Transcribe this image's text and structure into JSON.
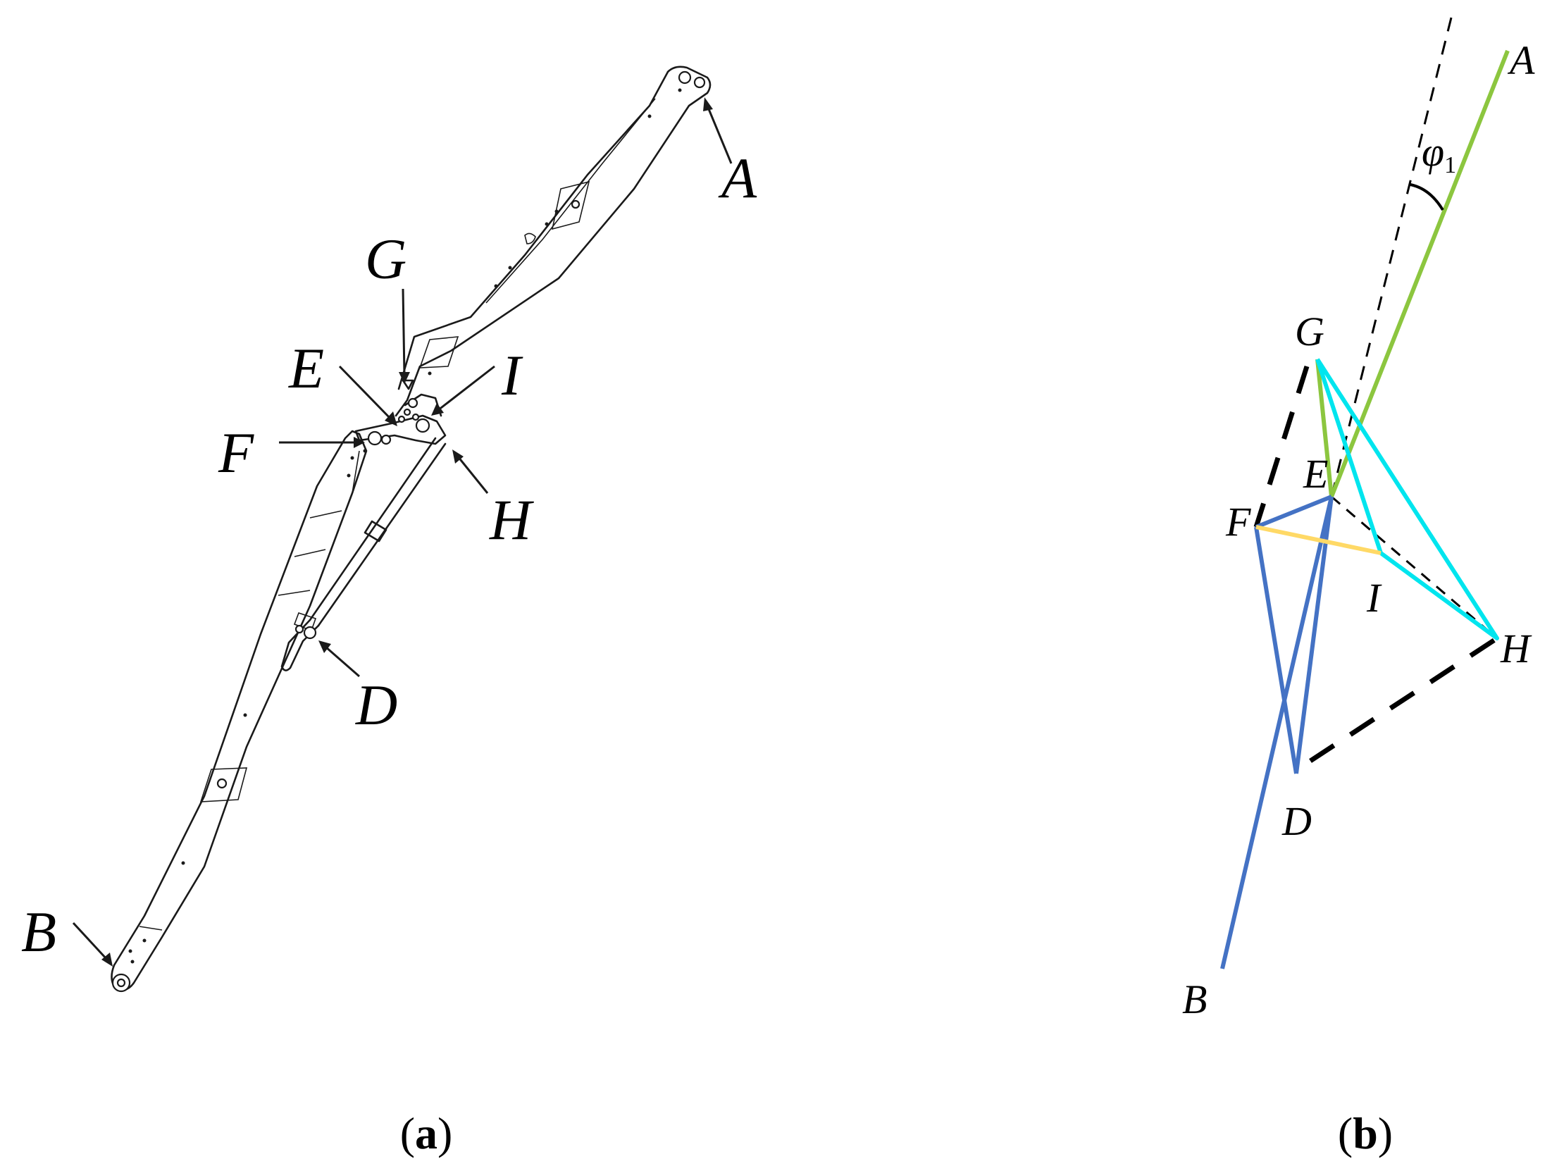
{
  "panel_a": {
    "caption_open": "(",
    "caption_letter": "a",
    "caption_close": ")",
    "labels": {
      "A": "A",
      "B": "B",
      "D": "D",
      "E": "E",
      "F": "F",
      "G": "G",
      "H": "H",
      "I": "I"
    }
  },
  "panel_b": {
    "caption_open": "(",
    "caption_letter": "b",
    "caption_close": ")",
    "labels": {
      "A": "A",
      "B": "B",
      "D": "D",
      "E": "E",
      "F": "F",
      "G": "G",
      "H": "H",
      "I": "I"
    },
    "angle_label": {
      "symbol": "φ",
      "subscript": "1"
    },
    "colors": {
      "green": "#8cc63f",
      "cyan": "#00e5ee",
      "blue": "#4472c4",
      "yellow": "#ffd966",
      "dashed": "#000000"
    }
  }
}
